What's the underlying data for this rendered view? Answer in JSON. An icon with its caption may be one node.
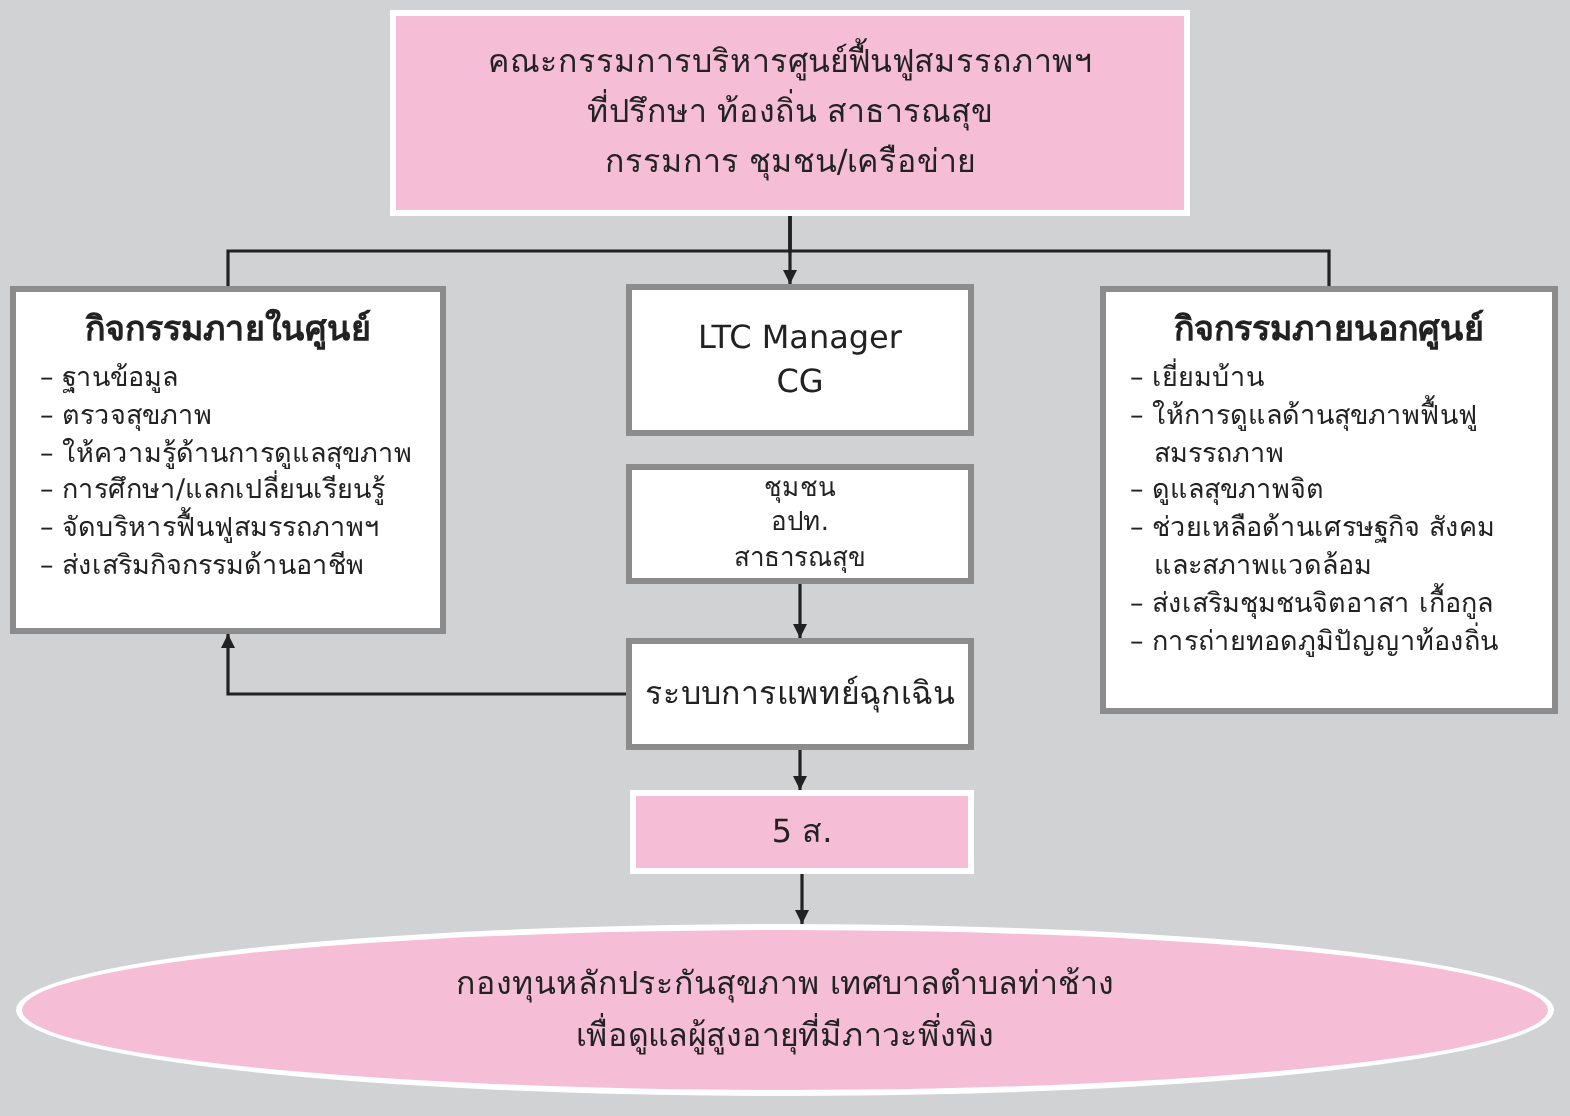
{
  "diagram": {
    "nodes": [
      {
        "text": [
          "คณะกรรมการบริหารศูนย์ฟื้นฟูสมรรถภาพฯ",
          "ที่ปรึกษา ท้องถิ่น สาธารณสุข",
          "กรรมการ ชุมชน/เครือข่าย"
        ]
      },
      {
        "text": [
          "กิจกรรมภายในศูนย์",
          "– ฐานข้อมูล",
          "– ตรวจสุขภาพ",
          "– ให้ความรู้ด้านการดูแลสุขภาพ",
          "– การศึกษา/แลกเปลี่ยนเรียนรู้",
          "– จัดบริหารฟื้นฟูสมรรถภาพฯ",
          "– ส่งเสริมกิจกรรมด้านอาชีพ"
        ]
      },
      {
        "text": [
          "LTC Manager",
          "CG"
        ]
      },
      {
        "text": [
          "กิจกรรมภายนอกศูนย์",
          "– เยี่ยมบ้าน",
          "– ให้การดูแลด้านสุขภาพฟื้นฟูสมรรถภาพ",
          "– ดูแลสุขภาพจิต",
          "– ช่วยเหลือด้านเศรษฐกิจ สังคมและสภาพแวดล้อม",
          "– ส่งเสริมชุมชนจิตอาสา เกื้อกูล",
          "– การถ่ายทอดภูมิปัญญาท้องถิ่น"
        ]
      },
      {
        "text": [
          "ชุมชน",
          "อปท.",
          "สาธารณสุข"
        ]
      },
      {
        "text": [
          "ระบบการแพทย์ฉุกเฉิน"
        ]
      },
      {
        "text": [
          "5 ส."
        ]
      },
      {
        "text": [
          "กองทุนหลักประกันสุขภาพ เทศบาลตำบลท่าช้าง",
          "เพื่อดูแลผู้สูงอายุที่มีภาวะพึ่งพิง"
        ]
      }
    ],
    "edges": [
      {
        "from": 0,
        "to": 1,
        "arrow": "none"
      },
      {
        "from": 0,
        "to": 2,
        "arrow": "to"
      },
      {
        "from": 0,
        "to": 3,
        "arrow": "none"
      },
      {
        "from": 4,
        "to": 5,
        "arrow": "to"
      },
      {
        "from": 5,
        "to": 1,
        "arrow": "to"
      },
      {
        "from": 5,
        "to": 6,
        "arrow": "to"
      },
      {
        "from": 6,
        "to": 7,
        "arrow": "to"
      }
    ]
  }
}
